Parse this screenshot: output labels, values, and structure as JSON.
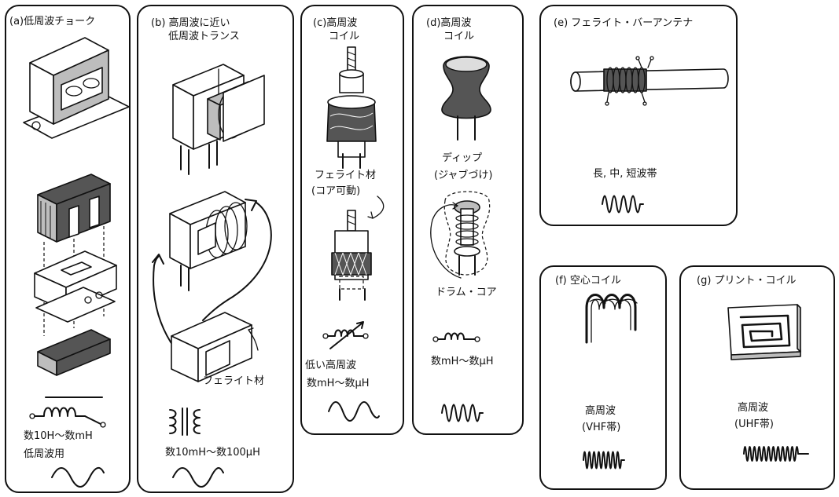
{
  "panels": [
    {
      "id": "a",
      "title": "(a)低周波チョーク",
      "labels": [
        "数10H～数mH",
        "低周波用"
      ]
    },
    {
      "id": "b",
      "title_lines": [
        "(b) 高周波に近い",
        "低周波トランス"
      ],
      "labels": [
        "フェライト材",
        "数10mH～数100μH"
      ]
    },
    {
      "id": "c",
      "title_lines": [
        "(c)高周波",
        "コイル"
      ],
      "labels": [
        "フェライト材",
        "(コア可動)",
        "低い高周波",
        "数mH～数μH"
      ]
    },
    {
      "id": "d",
      "title_lines": [
        "(d)高周波",
        "コイル"
      ],
      "labels": [
        "ディップ",
        "(ジャブづけ)",
        "ドラム・コア",
        "数mH～数μH"
      ]
    },
    {
      "id": "e",
      "title": "(e) フェライト・バーアンテナ",
      "labels": [
        "長, 中, 短波帯"
      ]
    },
    {
      "id": "f",
      "title": "(f) 空心コイル",
      "labels": [
        "高周波",
        "(VHF帯)"
      ]
    },
    {
      "id": "g",
      "title": "(g) プリント・コイル",
      "labels": [
        "高周波",
        "(UHF帯)"
      ]
    }
  ]
}
